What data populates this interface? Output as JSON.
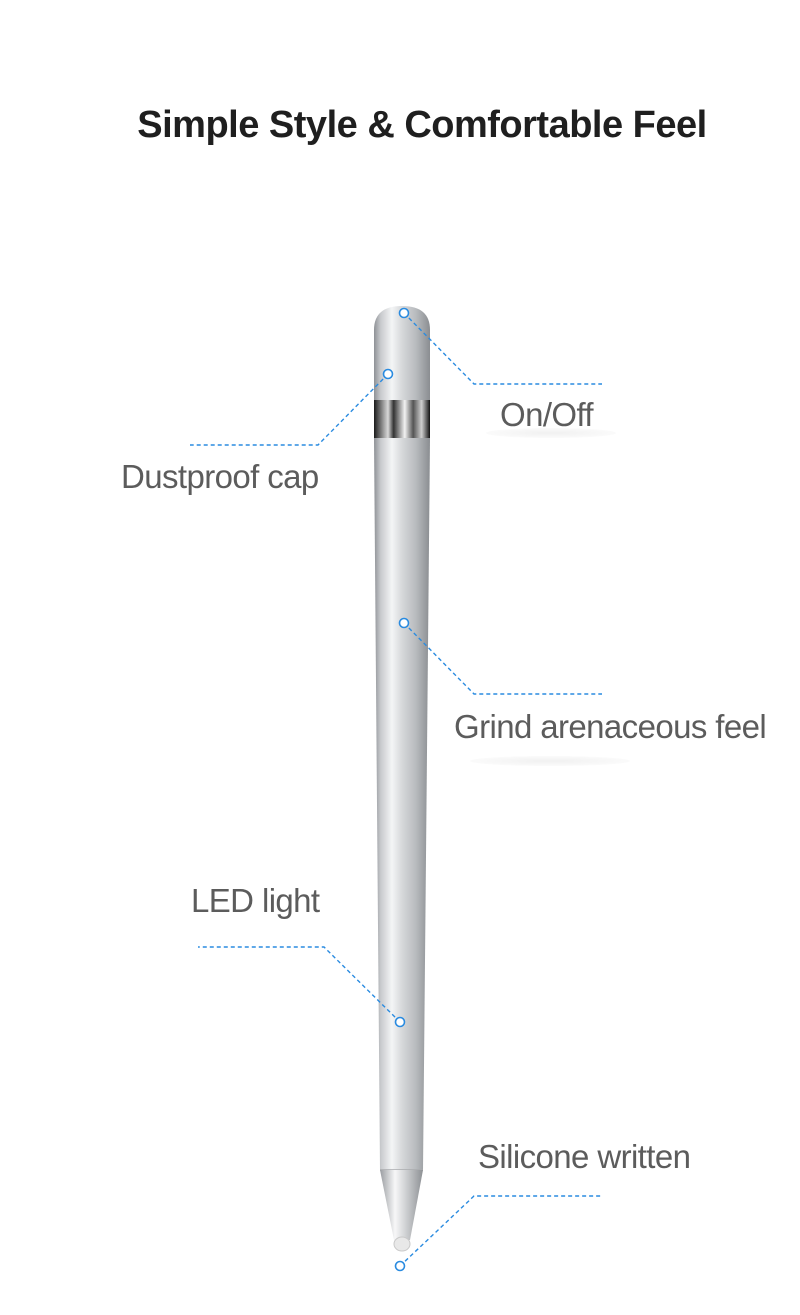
{
  "title": "Simple Style & Comfortable Feel",
  "callouts": {
    "on_off": "On/Off",
    "dustproof_cap": "Dustproof cap",
    "grind": "Grind arenaceous feel",
    "led": "LED light",
    "silicone": "Silicone written"
  },
  "colors": {
    "leader": "#2a8be0",
    "label_text": "#5c5c5c",
    "title_text": "#1f1f1f"
  }
}
